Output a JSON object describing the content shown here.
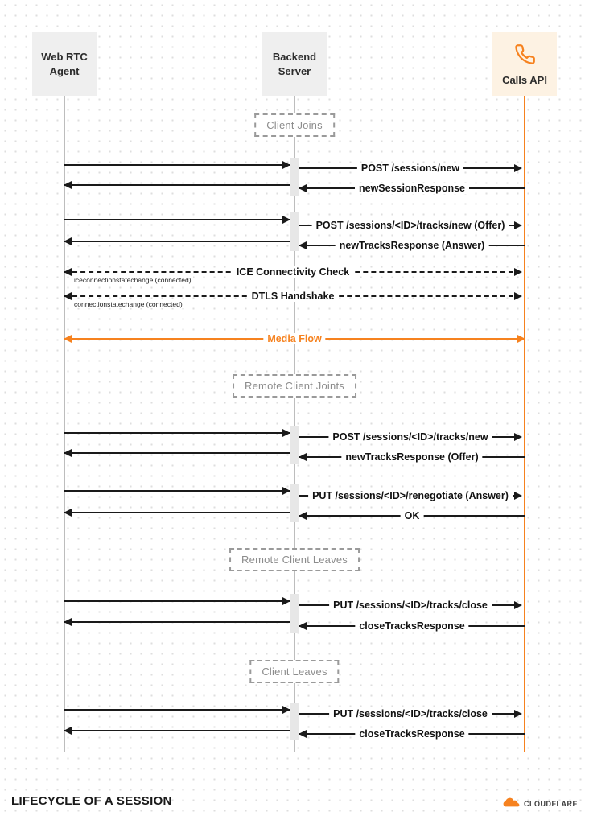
{
  "diagram": {
    "actors": [
      {
        "label": "Web RTC Agent"
      },
      {
        "label": "Backend Server"
      },
      {
        "label": "Calls API",
        "icon": "phone-icon"
      }
    ],
    "phases": [
      {
        "label": "Client Joins"
      },
      {
        "label": "Remote Client Joints"
      },
      {
        "label": "Remote Client Leaves"
      },
      {
        "label": "Client Leaves"
      }
    ],
    "messages": [
      {
        "label": "POST /sessions/new"
      },
      {
        "label": "newSessionResponse"
      },
      {
        "label": "POST /sessions/<ID>/tracks/new (Offer)"
      },
      {
        "label": "newTracksResponse (Answer)"
      },
      {
        "label": "ICE Connectivity Check",
        "note": "iceconnectionstatechange (connected)"
      },
      {
        "label": "DTLS Handshake",
        "note": "connectionstatechange (connected)"
      },
      {
        "label": "Media Flow"
      },
      {
        "label": "POST /sessions/<ID>/tracks/new"
      },
      {
        "label": "newTracksResponse (Offer)"
      },
      {
        "label": "PUT /sessions/<ID>/renegotiate (Answer)"
      },
      {
        "label": "OK"
      },
      {
        "label": "PUT /sessions/<ID>/tracks/close"
      },
      {
        "label": "closeTracksResponse"
      },
      {
        "label": "PUT /sessions/<ID>/tracks/close"
      },
      {
        "label": "closeTracksResponse"
      }
    ],
    "colors": {
      "accent": "#f6821f",
      "message_line": "#1a1a1a"
    }
  },
  "footer": {
    "title": "LIFECYCLE OF A SESSION",
    "brand": "CLOUDFLARE",
    "brand_icon": "cloudflare-cloud-icon"
  }
}
